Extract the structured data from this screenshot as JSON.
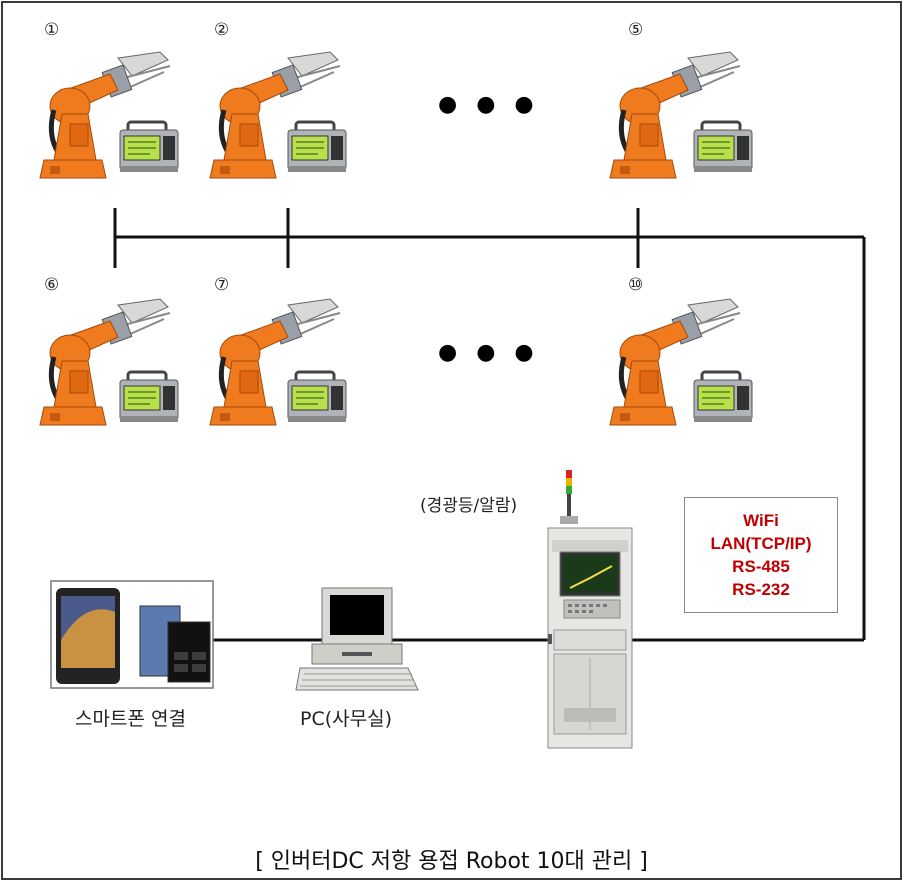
{
  "stations": [
    {
      "label": "①"
    },
    {
      "label": "②"
    },
    {
      "label": "⑤"
    },
    {
      "label": "⑥"
    },
    {
      "label": "⑦"
    },
    {
      "label": "⑩"
    }
  ],
  "ellipsis": "● ● ●",
  "alarm_label": "(경광등/알람)",
  "protocols": [
    "WiFi",
    "LAN(TCP/IP)",
    "RS-485",
    "RS-232"
  ],
  "smartphone_label": "스마트폰 연결",
  "pc_label": "PC(사무실)",
  "title": "[ 인버터DC 저항 용접 Robot 10대 관리 ]",
  "colors": {
    "robot": "#f07a1e",
    "bus": "#111111",
    "protocol_text": "#c00000",
    "monitor_screen": "#b8e04a"
  }
}
